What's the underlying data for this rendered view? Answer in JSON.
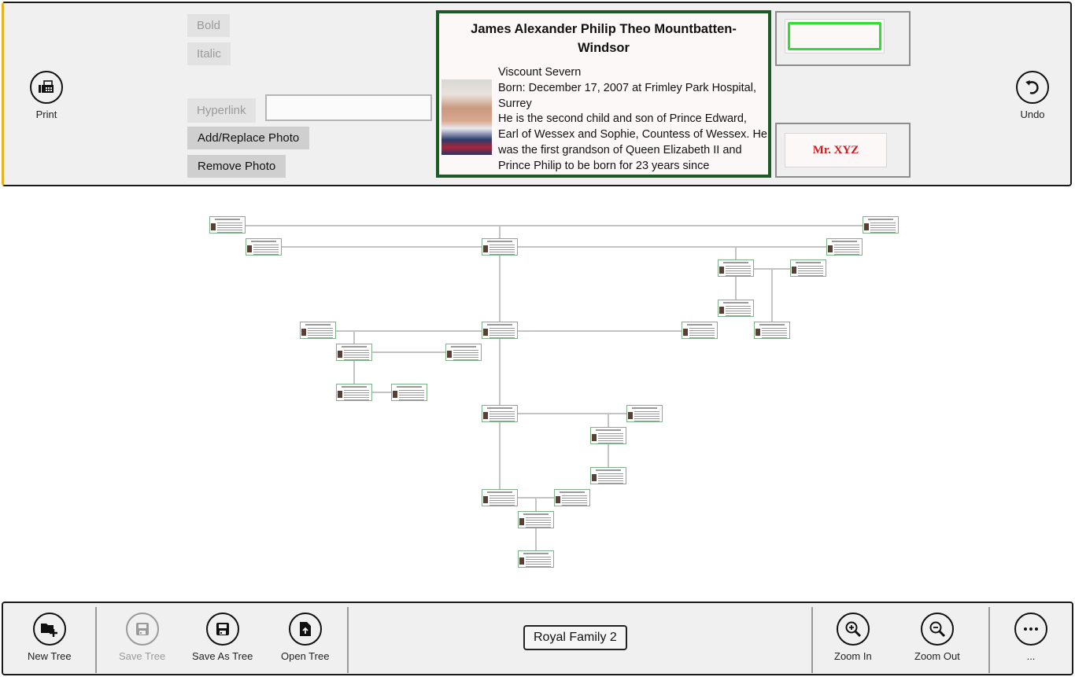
{
  "top_toolbar": {
    "print": {
      "label": "Print",
      "icon": "print-fax-icon"
    },
    "undo": {
      "label": "Undo",
      "icon": "undo-icon"
    },
    "bold_label": "Bold",
    "italic_label": "Italic",
    "hyperlink_label": "Hyperlink",
    "hyperlink_value": "",
    "add_replace_photo_label": "Add/Replace Photo",
    "remove_photo_label": "Remove Photo"
  },
  "selected_person": {
    "name": "James Alexander Philip Theo Mountbatten-Windsor",
    "title": "Viscount Severn",
    "born": "Born: December 17, 2007 at Frimley Park Hospital, Surrey",
    "bio": "He is the second child and son of Prince Edward, Earl of Wessex and Sophie, Countess of Wessex. He was the first grandson of Queen Elizabeth II and Prince Philip to be born for 23 years since",
    "border_color": "#1f5a25"
  },
  "style_previews": {
    "box_style_border_color": "#2ee02e",
    "text_style_sample": "Mr. XYZ",
    "text_style_color": "#d41a1a"
  },
  "tree": {
    "node_border_color": "#7fb08a",
    "connector_color": "#c0c0c0",
    "node_count": 24
  },
  "bottom_toolbar": {
    "new_tree": {
      "label": "New Tree",
      "icon": "new-folder-plus-icon"
    },
    "save_tree": {
      "label": "Save Tree",
      "icon": "save-icon",
      "disabled": true
    },
    "save_as_tree": {
      "label": "Save As Tree",
      "icon": "save-icon"
    },
    "open_tree": {
      "label": "Open Tree",
      "icon": "open-file-icon"
    },
    "tree_name": "Royal Family 2",
    "zoom_in": {
      "label": "Zoom In",
      "icon": "zoom-in-icon"
    },
    "zoom_out": {
      "label": "Zoom Out",
      "icon": "zoom-out-icon"
    },
    "more": {
      "label": "...",
      "icon": "more-icon"
    }
  }
}
